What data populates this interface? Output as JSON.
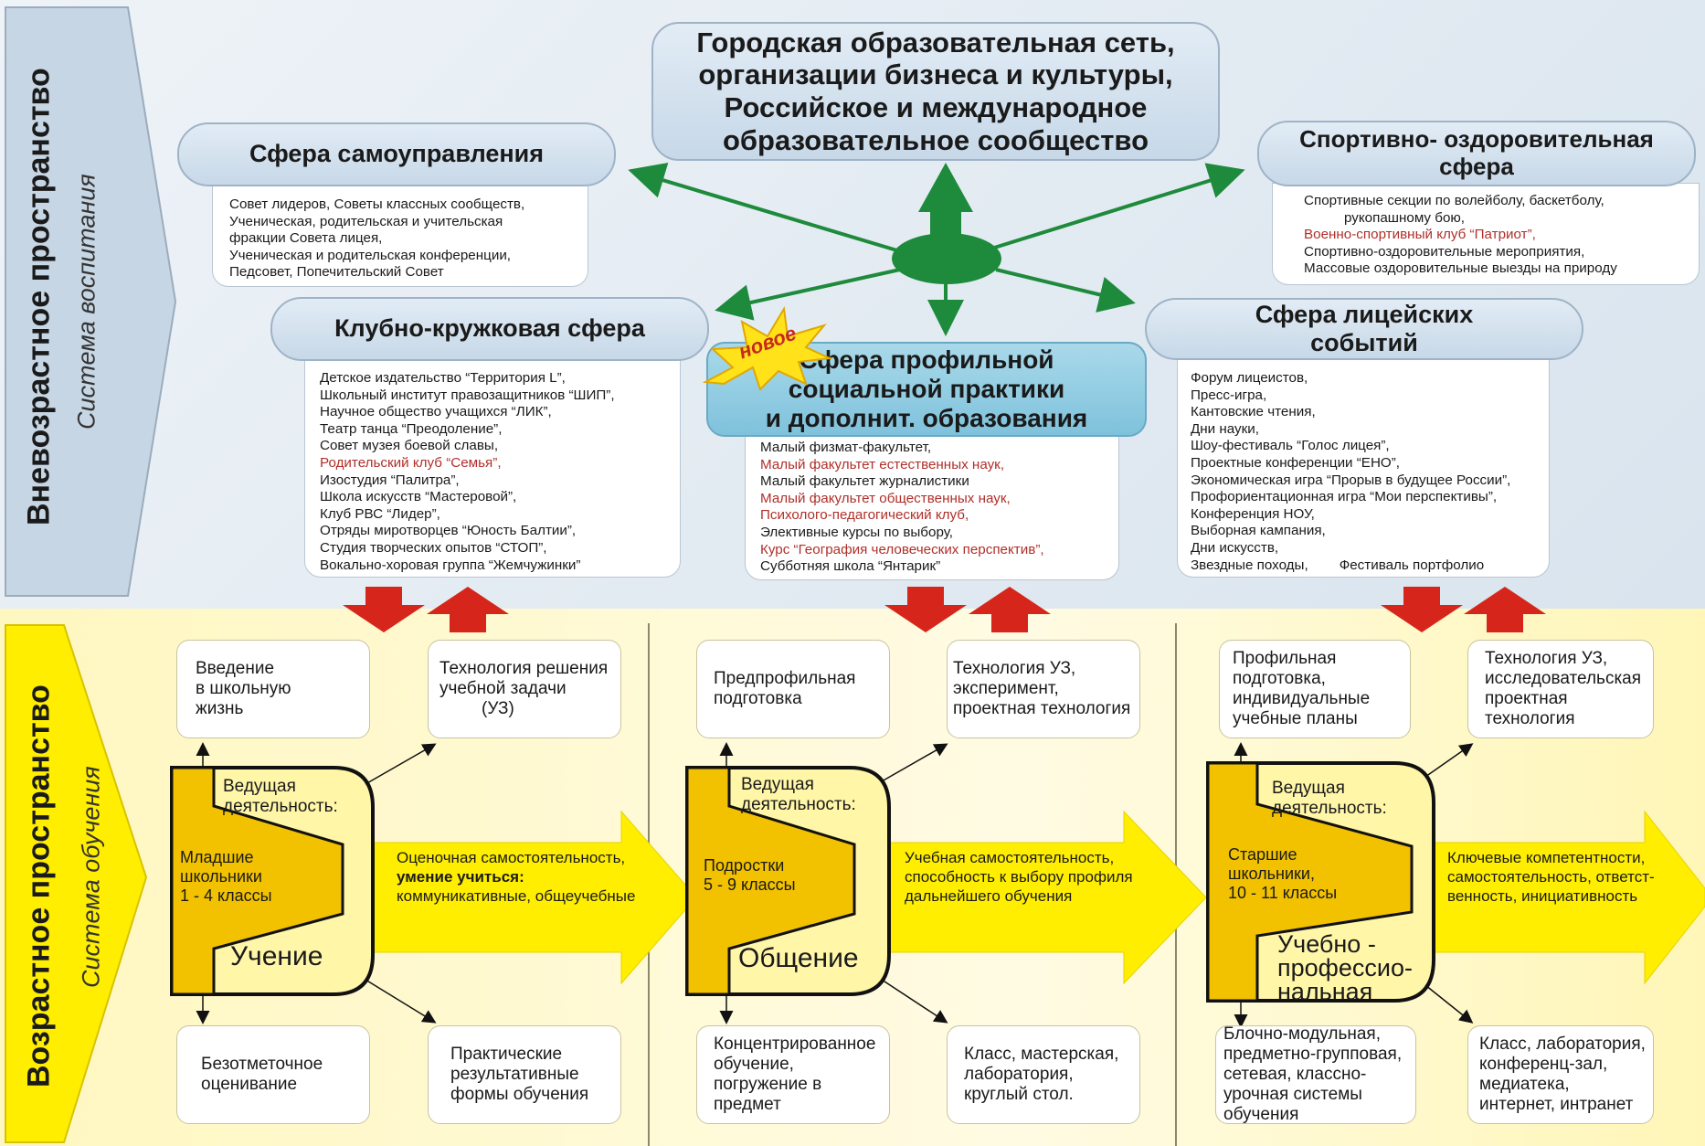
{
  "left_labels": {
    "top_main": "Вневозрастное пространство",
    "top_sub": "Система воспитания",
    "bottom_main": "Возрастное пространство",
    "bottom_sub": "Система обучения"
  },
  "hub": {
    "title_lines": [
      "Городская образовательная сеть,",
      "организации бизнеса и культуры,",
      "Российское и международное",
      "образовательное сообщество"
    ]
  },
  "spheres": {
    "self_gov": {
      "title": "Сфера самоуправления",
      "items": [
        "Совет лидеров, Советы классных сообществ,",
        "Ученическая, родительская и учительская",
        "фракции Совета лицея,",
        "Ученическая и родительская конференции,",
        "Педсовет, Попечительский Совет"
      ]
    },
    "sport": {
      "title_lines": [
        "Спортивно- оздоровительная",
        "сфера"
      ],
      "items": [
        {
          "text": "Спортивные секции по волейболу, баскетболу,",
          "highlight": false
        },
        {
          "text": "рукопашному бою,",
          "highlight": false
        },
        {
          "text": "Военно-спортивный клуб “Патриот”,",
          "highlight": true
        },
        {
          "text": "Спортивно-оздоровительные мероприятия,",
          "highlight": false
        },
        {
          "text": "Массовые оздоровительные выезды на природу",
          "highlight": false
        }
      ]
    },
    "clubs": {
      "title": "Клубно-кружковая сфера",
      "items": [
        {
          "text": "Детское издательство “Территория L”,",
          "highlight": false
        },
        {
          "text": "Школьный институт правозащитников “ШИП”,",
          "highlight": false
        },
        {
          "text": "Научное общество учащихся “ЛИК”,",
          "highlight": false
        },
        {
          "text": "Театр танца “Преодоление”,",
          "highlight": false
        },
        {
          "text": "Совет музея боевой славы,",
          "highlight": false
        },
        {
          "text": "Родительский клуб “Семья”,",
          "highlight": true
        },
        {
          "text": "Изостудия “Палитра”,",
          "highlight": false
        },
        {
          "text": "Школа искусств “Мастеровой”,",
          "highlight": false
        },
        {
          "text": "Клуб РВС “Лидер”,",
          "highlight": false
        },
        {
          "text": "Отряды миротворцев “Юность Балтии”,",
          "highlight": false
        },
        {
          "text": "Студия творческих опытов “СТОП”,",
          "highlight": false
        },
        {
          "text": "Вокально-хоровая группа “Жемчужинки”",
          "highlight": false
        }
      ]
    },
    "profile": {
      "badge": "новое",
      "title_lines": [
        "Сфера профильной",
        "социальной практики",
        "и дополнит. образования"
      ],
      "items": [
        {
          "text": "Малый физмат-факультет,",
          "highlight": false
        },
        {
          "text": "Малый факультет естественных наук,",
          "highlight": true
        },
        {
          "text": "Малый факультет журналистики",
          "highlight": false
        },
        {
          "text": "Малый факультет общественных наук,",
          "highlight": true
        },
        {
          "text": "Психолого-педагогический клуб,",
          "highlight": true
        },
        {
          "text": "Элективные курсы по выбору,",
          "highlight": false
        },
        {
          "text": "Курс “География человеческих перспектив”,",
          "highlight": true
        },
        {
          "text": "Субботняя школа “Янтарик”",
          "highlight": false
        }
      ]
    },
    "events": {
      "title_lines": [
        "Сфера лицейских",
        "событий"
      ],
      "items": [
        "Форум лицеистов,",
        "Пресс-игра,",
        "Кантовские чтения,",
        "Дни науки,",
        "Шоу-фестиваль  “Голос лицея”,",
        "Проектные конференции “ЕНО”,",
        "Экономическая игра “Прорыв в будущее России”,",
        "Профориентационная игра “Мои перспективы”,",
        "Конференция НОУ,",
        "Выборная кампания,",
        "Дни искусств,",
        "Звездные походы,"
      ],
      "extra": "Фестиваль портфолио"
    }
  },
  "stages": [
    {
      "top_left": [
        "Введение",
        "в школьную",
        "жизнь"
      ],
      "top_right": [
        "Технология решения",
        "учебной задачи",
        "(УЗ)"
      ],
      "lead": [
        "Ведущая",
        "деятельность:"
      ],
      "age": [
        "Младшие",
        "школьники",
        "1 - 4 классы"
      ],
      "activity": [
        "Учение"
      ],
      "arrow_text": [
        "Оценочная самостоятельность,",
        "умение учиться:",
        "коммуникативные, общеучебные"
      ],
      "bottom_left": [
        "Безотметочное",
        "оценивание"
      ],
      "bottom_right": [
        "Практические",
        "результативные",
        "формы обучения"
      ]
    },
    {
      "top_left": [
        "Предпрофильная",
        "подготовка"
      ],
      "top_right": [
        "Технология УЗ,",
        "эксперимент,",
        "проектная технология"
      ],
      "lead": [
        "Ведущая",
        "деятельность:"
      ],
      "age": [
        "Подростки",
        "5 - 9 классы"
      ],
      "activity": [
        "Общение"
      ],
      "arrow_text": [
        "Учебная самостоятельность,",
        "способность к выбору профиля",
        "дальнейшего обучения"
      ],
      "bottom_left": [
        "Концентрированное",
        "обучение,",
        "погружение в",
        "предмет"
      ],
      "bottom_right": [
        "Класс, мастерская,",
        "лаборатория,",
        "круглый стол."
      ]
    },
    {
      "top_left": [
        "Профильная",
        "подготовка,",
        "индивидуальные",
        "учебные планы"
      ],
      "top_right": [
        "Технология УЗ,",
        "исследовательская",
        "проектная",
        "технология"
      ],
      "lead": [
        "Ведущая",
        "деятельность:"
      ],
      "age": [
        "Старшие",
        "школьники,",
        "10 - 11 классы"
      ],
      "activity": [
        "Учебно -",
        "профессио-",
        "нальная"
      ],
      "arrow_text": [
        "Ключевые компетентности,",
        "самостоятельность, ответст-",
        "венность, инициативность"
      ],
      "bottom_left": [
        "Блочно-модульная,",
        "предметно-групповая,",
        "сетевая, классно-",
        "урочная системы",
        "обучения"
      ],
      "bottom_right": [
        "Класс, лаборатория,",
        "конференц-зал,",
        "медиатека,",
        "интернет, интранет"
      ]
    }
  ],
  "colors": {
    "highlight": "#b0302a",
    "arrow_green": "#1e8a3c",
    "arrow_red": "#d6261b",
    "stage_fill": "#f2c100",
    "yellow_arrow": "#ffee00"
  }
}
